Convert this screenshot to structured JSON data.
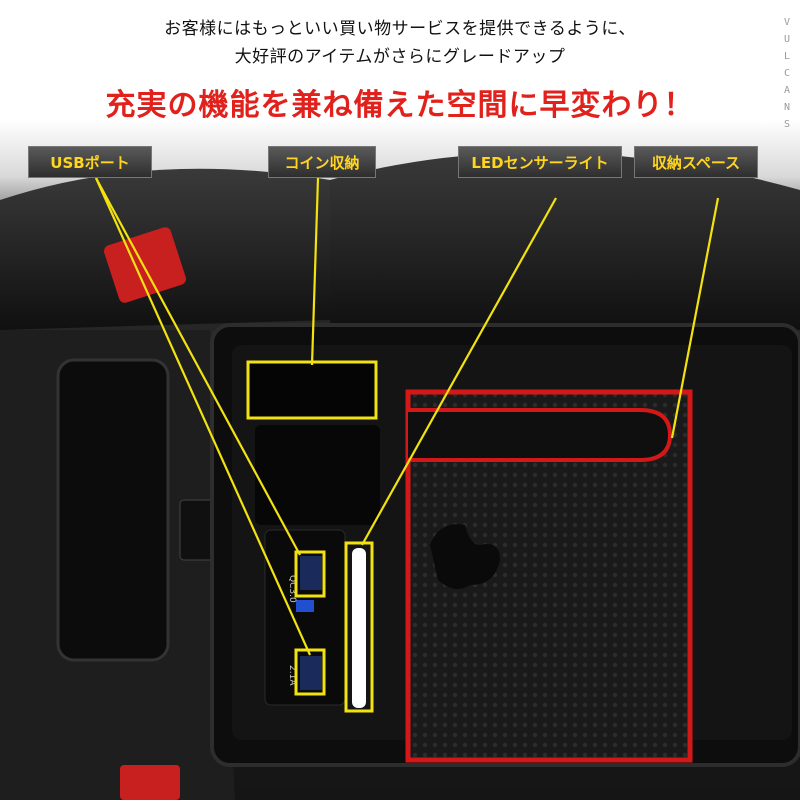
{
  "intro_lines": [
    "お客様にはもっといい買い物サービスを提供できるように、",
    "大好評のアイテムがさらにグレードアップ"
  ],
  "catchphrase": "充実の機能を兼ね備えた空間に早変わり！",
  "brand_watermark": "VULCANS",
  "callouts": {
    "usb": "USBポート",
    "coin": "コイン収納",
    "led": "LEDセンサーライト",
    "storage": "収納スペース"
  },
  "port_labels": {
    "qc": "QC3.0",
    "amp": "2.1A"
  },
  "colors": {
    "accent_red": "#e0211c",
    "label_yellow": "#ffd51e",
    "tray_border": "#d41818"
  }
}
